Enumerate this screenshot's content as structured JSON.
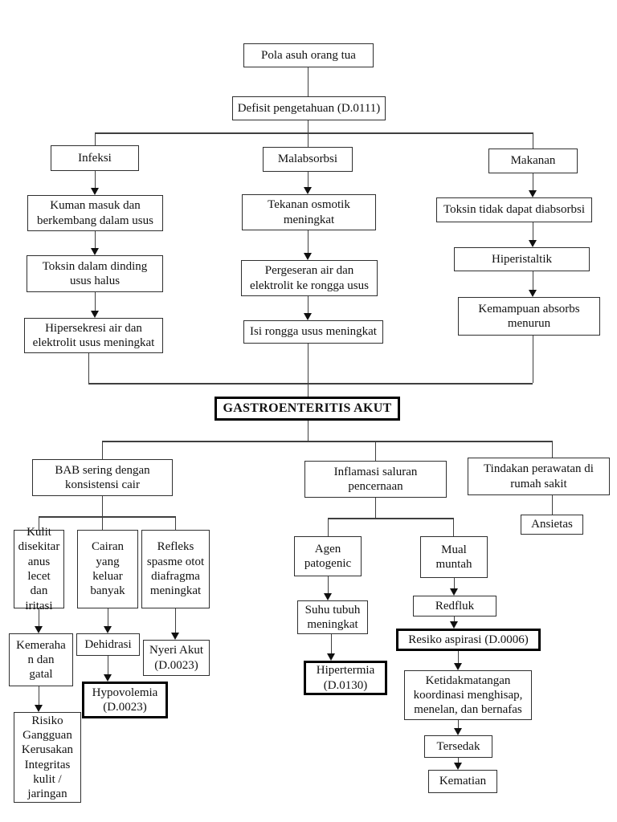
{
  "diagram_title": "GASTROENTERITIS AKUT",
  "colors": {
    "background": "#ffffff",
    "box_border": "#2f2f2f",
    "emphasis_border": "#000000",
    "connector": "#3f3f3f",
    "text": "#111111"
  },
  "nodes": {
    "pola": "Pola asuh orang tua",
    "defisit": "Defisit pengetahuan (D.0111)",
    "infeksi": "Infeksi",
    "kuman": "Kuman masuk dan berkembang dalam usus",
    "toksin_dinding": "Toksin dalam dinding usus halus",
    "hipersekresi": "Hipersekresi air dan elektrolit usus meningkat",
    "malabsorbsi": "Malabsorbsi",
    "tekanan": "Tekanan osmotik meningkat",
    "pergeseran": "Pergeseran air dan elektrolit ke rongga usus",
    "isi_rongga": "Isi rongga usus meningkat",
    "makanan": "Makanan",
    "toksin_tidak": "Toksin tidak dapat diabsorbsi",
    "hiperistaltik": "Hiperistaltik",
    "kemampuan": "Kemampuan absorbs menurun",
    "gastro": "GASTROENTERITIS AKUT",
    "bab": "BAB sering dengan konsistensi cair",
    "inflamasi": "Inflamasi saluran pencernaan",
    "tindakan": "Tindakan perawatan di rumah sakit",
    "ansietas": "Ansietas",
    "kulit": "Kulit disekitar anus lecet dan iritasi",
    "cairan": "Cairan yang keluar banyak",
    "refleks": "Refleks spasme otot diafragma meningkat",
    "kemerahan": "Kemeraha\nn dan\ngatal",
    "dehidrasi": "Dehidrasi",
    "nyeri": "Nyeri Akut (D.0023)",
    "hypovolemia": "Hypovolemia (D.0023)",
    "risiko": "Risiko Gangguan Kerusakan Integritas kulit / jaringan",
    "agen": "Agen patogenic",
    "mual": "Mual muntah",
    "suhu": "Suhu tubuh meningkat",
    "redfluk": "Redfluk",
    "resiko_aspirasi": "Resiko aspirasi (D.0006)",
    "hipertermia": "Hipertermia (D.0130)",
    "ketidakmatangan": "Ketidakmatangan koordinasi menghisap, menelan, dan bernafas",
    "tersedak": "Tersedak",
    "kematian": "Kematian"
  }
}
